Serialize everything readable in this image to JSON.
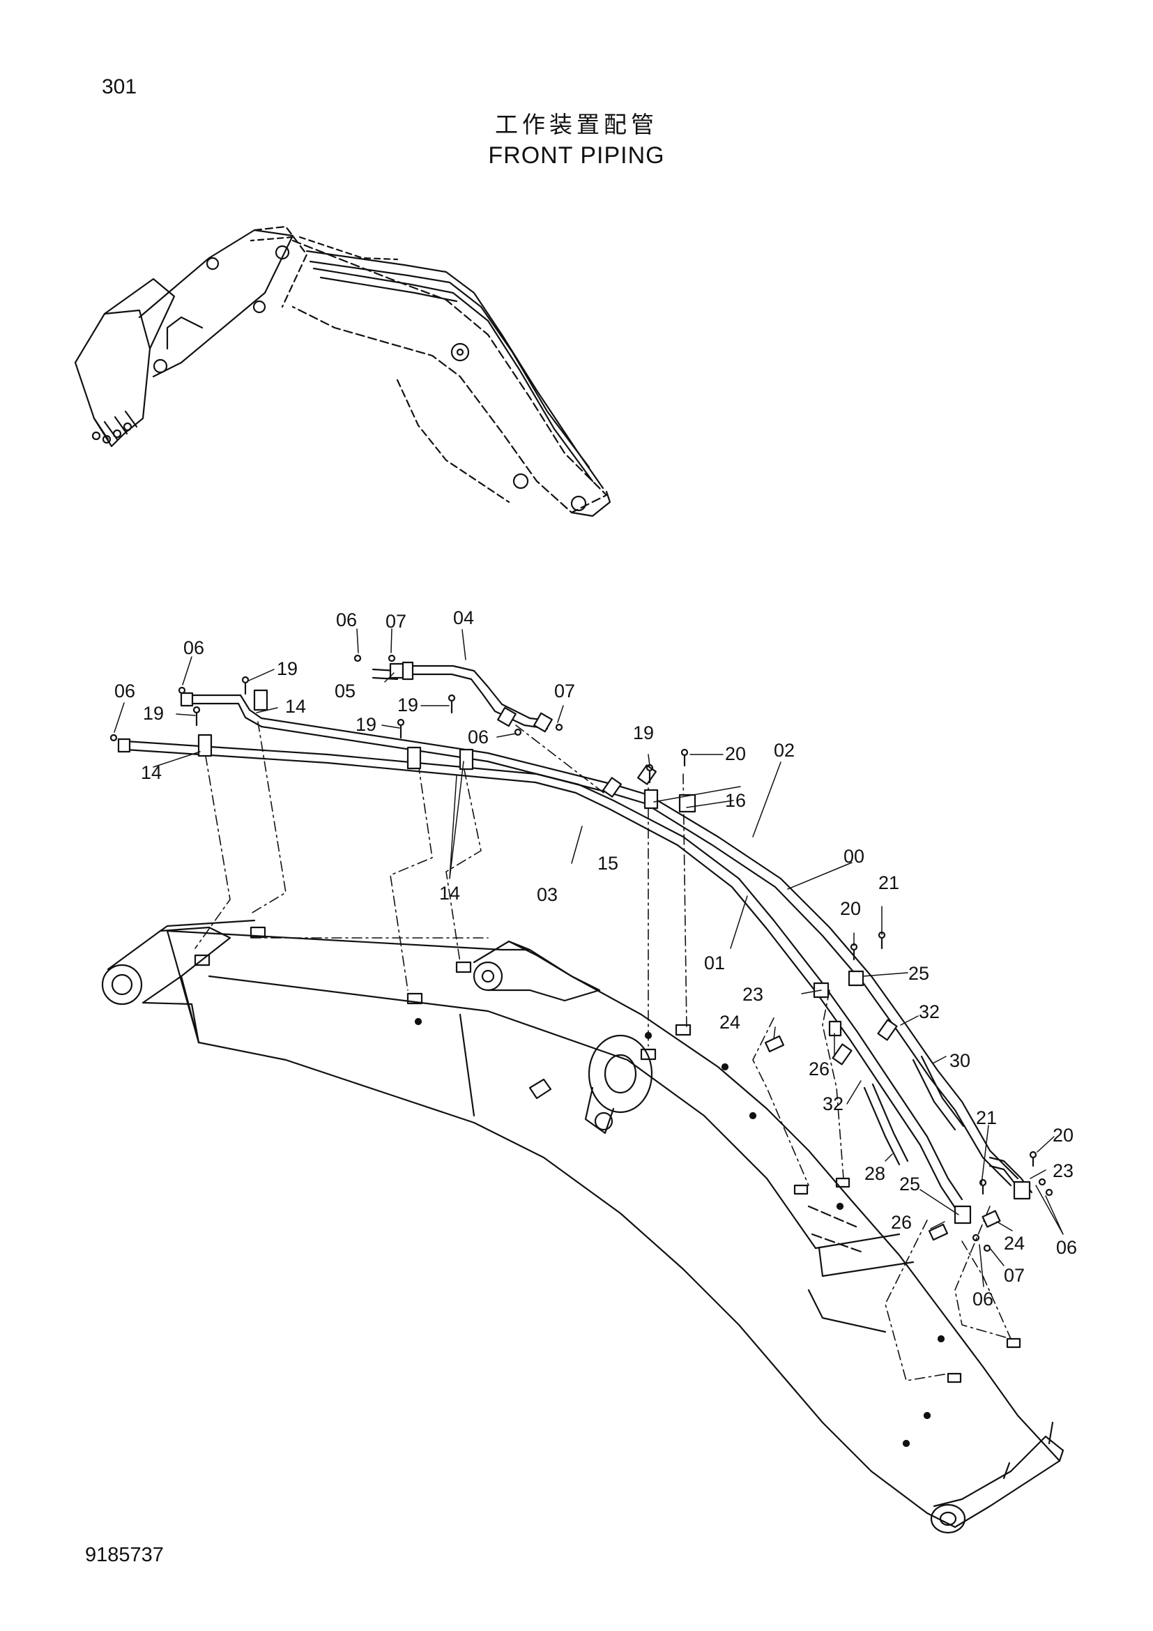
{
  "page_number": "301",
  "title_cn": "工作装置配管",
  "title_en": "FRONT PIPING",
  "doc_code": "9185737",
  "callouts": [
    {
      "id": "c-06a",
      "label": "06"
    },
    {
      "id": "c-07a",
      "label": "07"
    },
    {
      "id": "c-04",
      "label": "04"
    },
    {
      "id": "c-06b",
      "label": "06"
    },
    {
      "id": "c-19a",
      "label": "19"
    },
    {
      "id": "c-05",
      "label": "05"
    },
    {
      "id": "c-07b",
      "label": "07"
    },
    {
      "id": "c-06c",
      "label": "06"
    },
    {
      "id": "c-14a",
      "label": "14"
    },
    {
      "id": "c-19b",
      "label": "19"
    },
    {
      "id": "c-19c",
      "label": "19"
    },
    {
      "id": "c-19d",
      "label": "19"
    },
    {
      "id": "c-06d",
      "label": "06"
    },
    {
      "id": "c-14b",
      "label": "14"
    },
    {
      "id": "c-19e",
      "label": "19"
    },
    {
      "id": "c-20a",
      "label": "20"
    },
    {
      "id": "c-02",
      "label": "02"
    },
    {
      "id": "c-16",
      "label": "16"
    },
    {
      "id": "c-14c",
      "label": "14"
    },
    {
      "id": "c-15",
      "label": "15"
    },
    {
      "id": "c-00",
      "label": "00"
    },
    {
      "id": "c-03",
      "label": "03"
    },
    {
      "id": "c-21a",
      "label": "21"
    },
    {
      "id": "c-20b",
      "label": "20"
    },
    {
      "id": "c-01",
      "label": "01"
    },
    {
      "id": "c-25a",
      "label": "25"
    },
    {
      "id": "c-23a",
      "label": "23"
    },
    {
      "id": "c-32a",
      "label": "32"
    },
    {
      "id": "c-24a",
      "label": "24"
    },
    {
      "id": "c-26a",
      "label": "26"
    },
    {
      "id": "c-30",
      "label": "30"
    },
    {
      "id": "c-32b",
      "label": "32"
    },
    {
      "id": "c-21b",
      "label": "21"
    },
    {
      "id": "c-20c",
      "label": "20"
    },
    {
      "id": "c-28",
      "label": "28"
    },
    {
      "id": "c-23b",
      "label": "23"
    },
    {
      "id": "c-25b",
      "label": "25"
    },
    {
      "id": "c-26b",
      "label": "26"
    },
    {
      "id": "c-24b",
      "label": "24"
    },
    {
      "id": "c-06e",
      "label": "06"
    },
    {
      "id": "c-07c",
      "label": "07"
    },
    {
      "id": "c-06f",
      "label": "06"
    }
  ]
}
